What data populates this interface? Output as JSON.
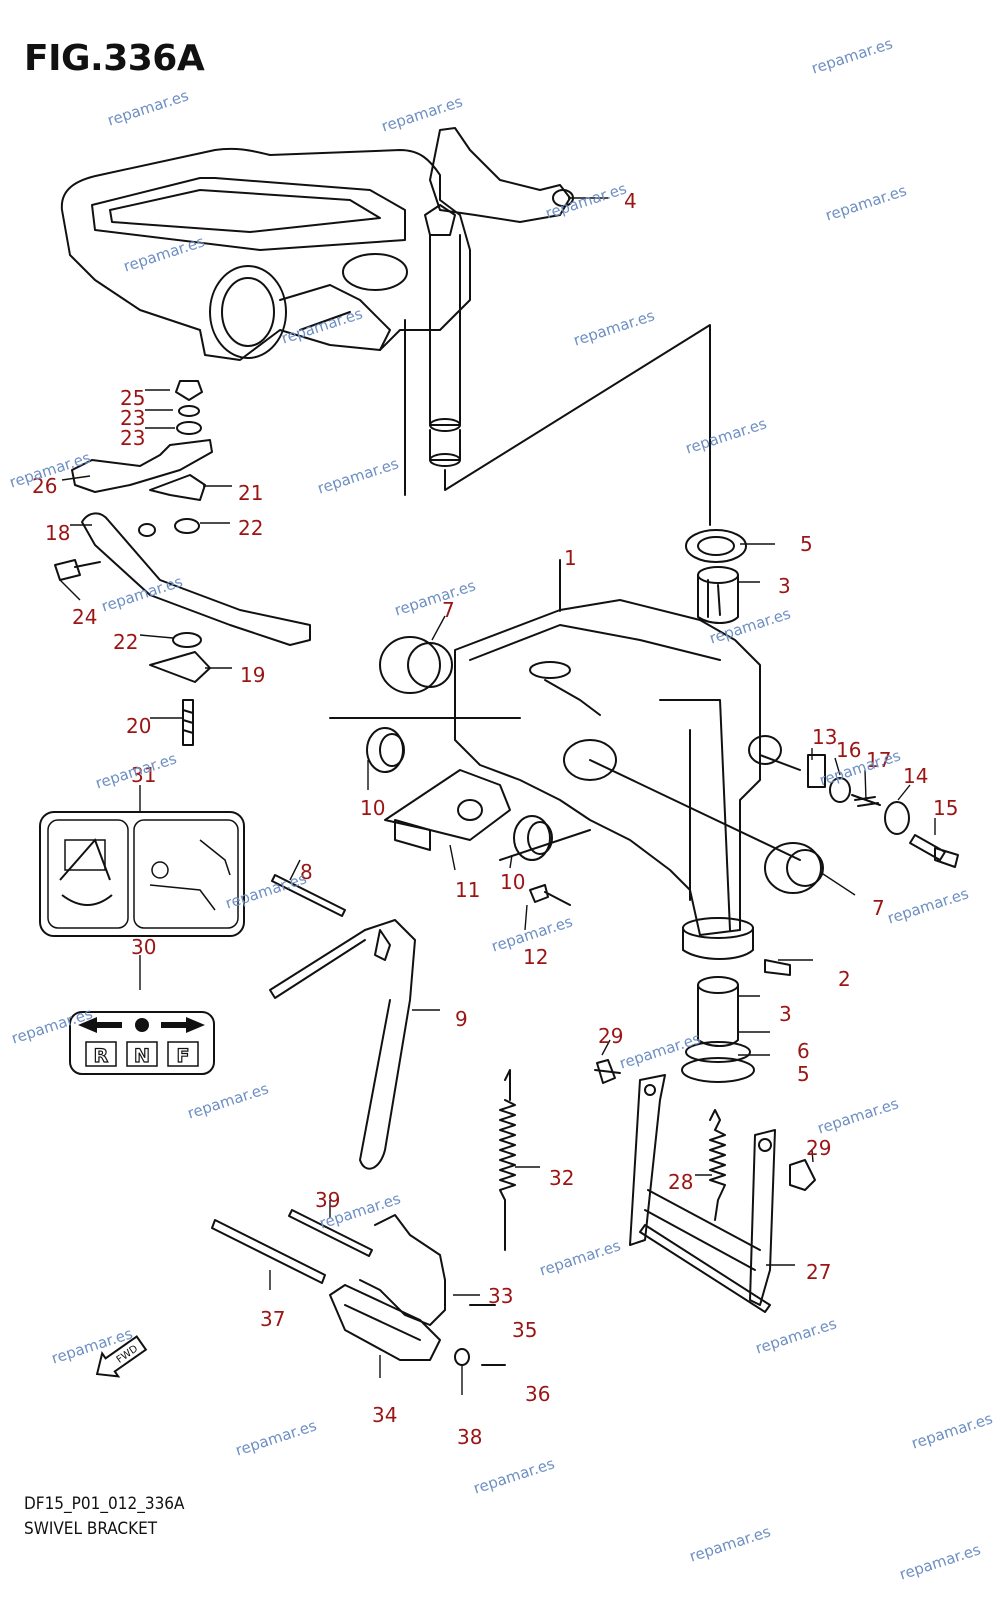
{
  "figure": {
    "title": "FIG.336A",
    "code": "DF15_P01_012_336A",
    "caption": "SWIVEL BRACKET"
  },
  "callouts": {
    "c1": "1",
    "c2": "2",
    "c3a": "3",
    "c3b": "3",
    "c4": "4",
    "c5a": "5",
    "c5b": "5",
    "c6": "6",
    "c7a": "7",
    "c7b": "7",
    "c8": "8",
    "c9": "9",
    "c10a": "10",
    "c10b": "10",
    "c11": "11",
    "c12": "12",
    "c13": "13",
    "c14": "14",
    "c15": "15",
    "c16": "16",
    "c17": "17",
    "c18": "18",
    "c19": "19",
    "c20": "20",
    "c21": "21",
    "c22a": "22",
    "c22b": "22",
    "c23a": "23",
    "c23b": "23",
    "c24": "24",
    "c25": "25",
    "c26": "26",
    "c27": "27",
    "c28": "28",
    "c29a": "29",
    "c29b": "29",
    "c30": "30",
    "c31": "31",
    "c32": "32",
    "c33": "33",
    "c34": "34",
    "c35": "35",
    "c36": "36",
    "c37": "37",
    "c38": "38",
    "c39": "39"
  },
  "shift_sign": {
    "letters": [
      "R",
      "N",
      "F"
    ]
  },
  "fwd_arrow": {
    "label": "FWD"
  },
  "watermark": {
    "text": "repamar.es"
  },
  "colors": {
    "callout": "#9b1515",
    "line": "#111111",
    "watermark": "#6d8fc4"
  }
}
